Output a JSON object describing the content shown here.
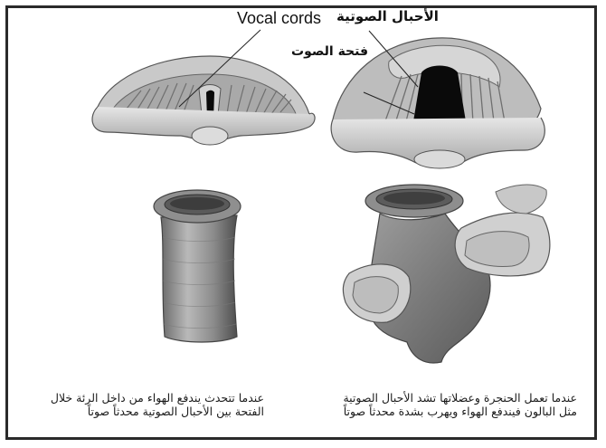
{
  "labels": {
    "vocal_cords_en": "Vocal cords",
    "vocal_cords_ar": "الأحبال الصوتية",
    "glottis_ar": "فتحة الصوت"
  },
  "captions": {
    "left": "عندما تتحدث يندفع الهواء من داخل الرئة خلال الفتحة بين الأحبال الصوتية محدثاً صوتاً",
    "right": "عندما تعمل الحنجرة وعضلاتها تشد الأحبال الصوتية مثل البالون فيندفع الهواء ويهرب بشدة محدثاً صوتاً"
  },
  "colors": {
    "tissue_light": "#d8d8d8",
    "tissue_mid": "#9a9a9a",
    "tissue_dark": "#5e5e5e",
    "glottis_fill": "#0a0a0a",
    "frame": "#2a2a2a"
  }
}
